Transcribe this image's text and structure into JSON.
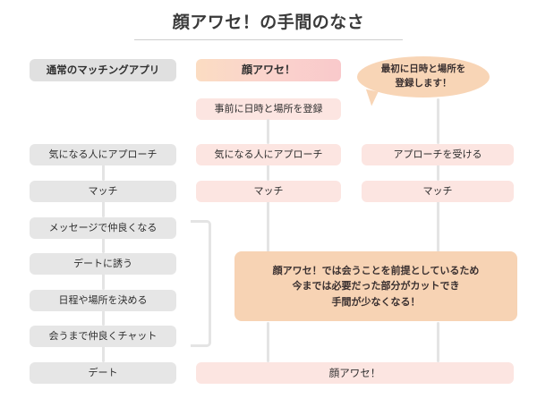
{
  "title": "顔アワセ！の手間のなさ",
  "columns": {
    "left_header": "通常のマッチングアプリ",
    "right_header": "顔アワセ！"
  },
  "bubble": {
    "line1": "最初に日時と場所を",
    "line2": "登録します！"
  },
  "pre_step": "事前に日時と場所を登録",
  "left_steps": [
    "気になる人にアプローチ",
    "マッチ",
    "メッセージで仲良くなる",
    "デートに誘う",
    "日程や場所を決める",
    "会うまで仲良くチャット",
    "デート"
  ],
  "middle_steps": [
    "気になる人にアプローチ",
    "マッチ"
  ],
  "right_steps": [
    "アプローチを受ける",
    "マッチ"
  ],
  "callout": {
    "line1": "顔アワセ！では会うことを前提としているため",
    "line2": "今までは必要だった部分がカットでき",
    "line3": "手間が少なくなる！"
  },
  "bottom_bar": "顔アワセ！",
  "colors": {
    "gray_box": "#e6e6e6",
    "gray_header": "#e0e0e0",
    "pink_box": "#fce5e1",
    "gradient_start": "#fbdcc2",
    "gradient_end": "#f9c9cb",
    "callout_bg": "#f7d3b4",
    "bubble_bg": "#f8d5b6",
    "connector": "#e4e4e4",
    "text": "#2f2f2f",
    "title_text": "#3a3a3a",
    "rule": "#cfcfcf"
  }
}
